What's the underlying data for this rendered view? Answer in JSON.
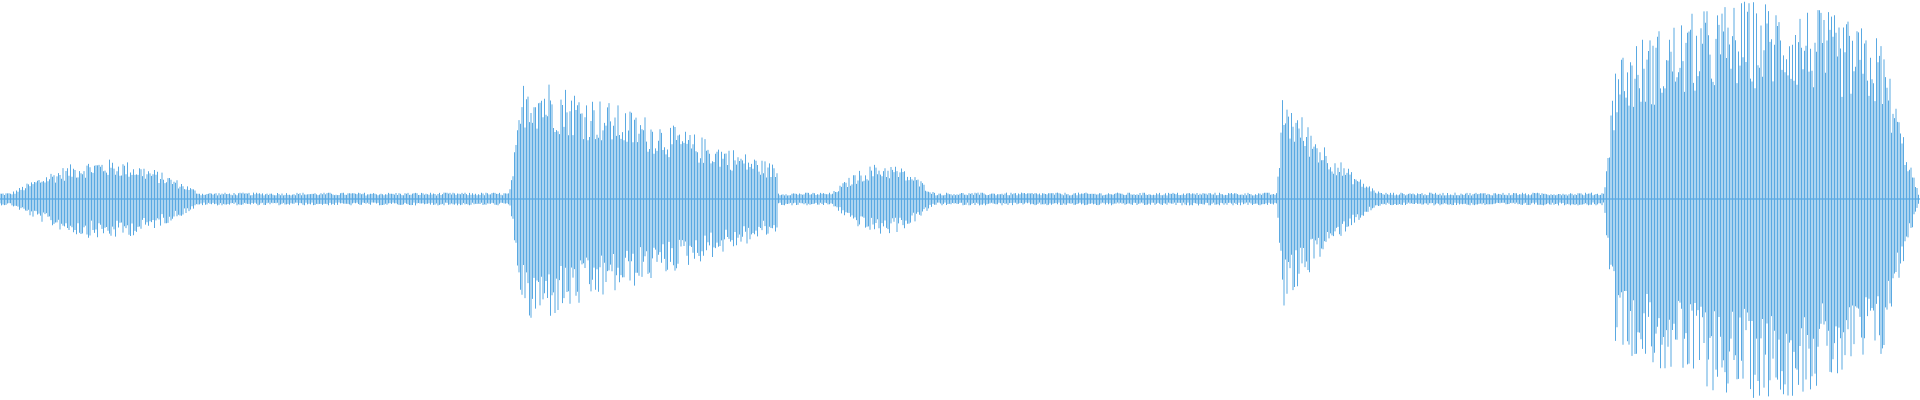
{
  "waveform": {
    "color": "#5aa9e2",
    "segments": [
      {
        "id": "seg1",
        "label": "",
        "start": 0.0,
        "end": 0.11,
        "peak": 0.1
      },
      {
        "id": "seg2",
        "label": "",
        "start": 0.265,
        "end": 0.405,
        "peak": 0.34
      },
      {
        "id": "seg3",
        "label": "",
        "start": 0.43,
        "end": 0.49,
        "peak": 0.09
      },
      {
        "id": "seg4",
        "label": "",
        "start": 0.665,
        "end": 0.73,
        "peak": 0.3
      },
      {
        "id": "seg5",
        "label": "",
        "start": 0.835,
        "end": 1.0,
        "peak": 0.5
      }
    ],
    "baseline_noise": 0.016
  }
}
